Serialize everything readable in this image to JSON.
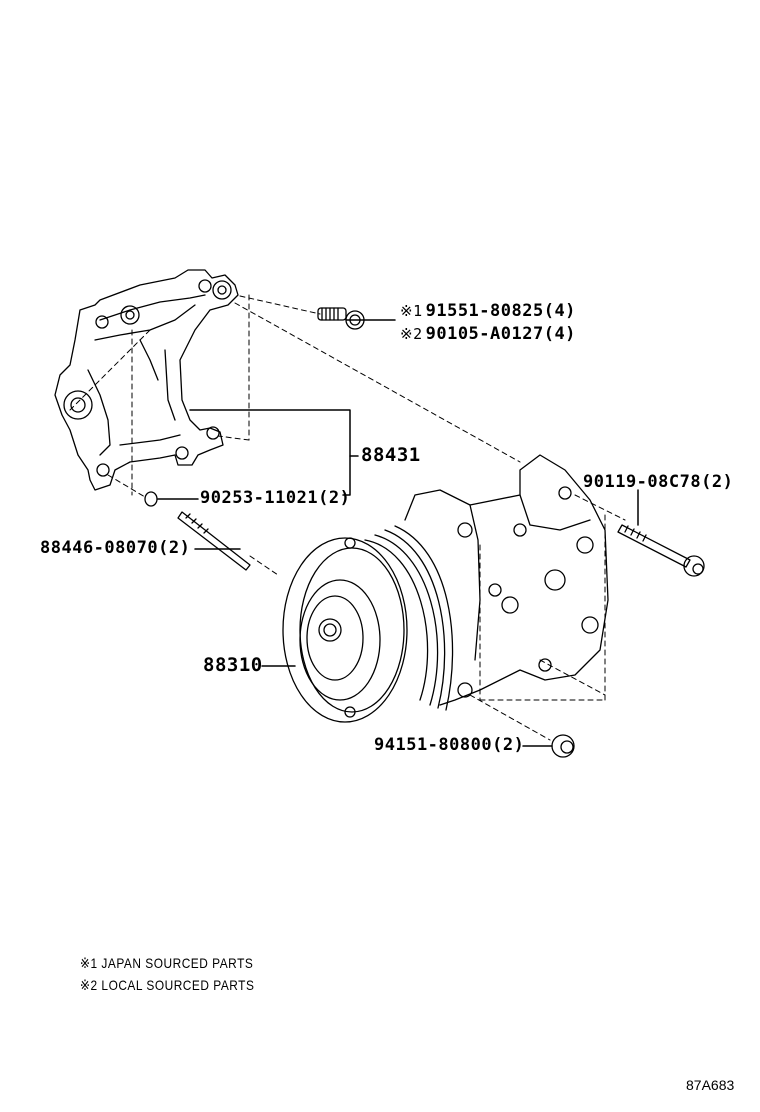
{
  "diagram": {
    "title": "A/C compressor assembly parts diagram",
    "diagram_code": "87A683",
    "callouts": [
      {
        "id": "bolt-a",
        "mark": "※1",
        "part": "91551-80825",
        "qty": "(4)"
      },
      {
        "id": "bolt-b",
        "mark": "※2",
        "part": "90105-A0127",
        "qty": "(4)"
      },
      {
        "id": "bracket",
        "part": "88431"
      },
      {
        "id": "pin",
        "part": "90253-11021",
        "qty": "(2)"
      },
      {
        "id": "stud",
        "part": "88446-08070",
        "qty": "(2)"
      },
      {
        "id": "bolt-c",
        "part": "90119-08C78",
        "qty": "(2)"
      },
      {
        "id": "compressor",
        "part": "88310"
      },
      {
        "id": "nut",
        "part": "94151-80800",
        "qty": "(2)"
      }
    ],
    "legend": [
      {
        "mark": "※1",
        "text": "JAPAN SOURCED PARTS"
      },
      {
        "mark": "※2",
        "text": "LOCAL SOURCED PARTS"
      }
    ]
  }
}
